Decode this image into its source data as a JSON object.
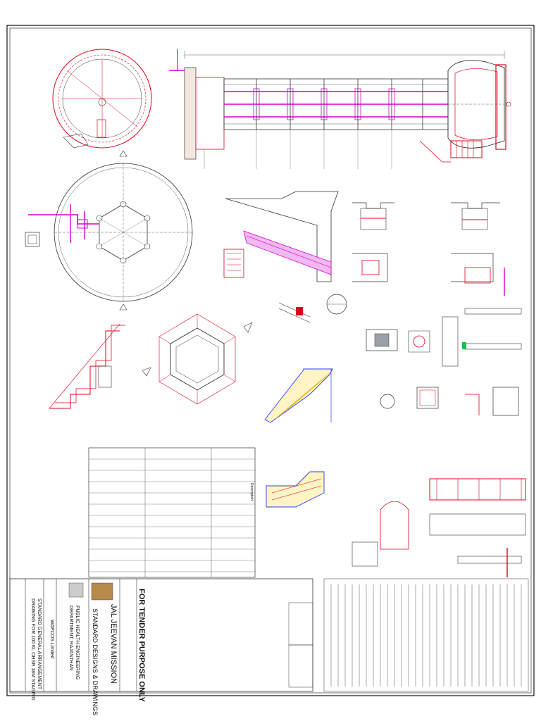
{
  "title_block": {
    "tender_stamp": "FOR TENDER PURPOSE ONLY",
    "mission": "JAL JEEVAN MISSION",
    "subtitle": "STANDARD DESIGNS & DRAWINGS",
    "department_line1": "PUBLIC HEALTH ENGINEERING",
    "department_line2": "DEPARTMENT, RAJASTHAN",
    "consultant": "WAPCOS Limited",
    "drawing_title_line1": "STANDARD GENERAL ARRANGEMENT",
    "drawing_title_line2": "DRAWING FOR 100 KL OHSR 18M STAGING"
  },
  "table": {
    "header": "Description"
  },
  "colors": {
    "structure": "#e0001a",
    "pipe": "#d100d1",
    "reinforcement_blue": "#2a3cff",
    "ladder_yellow": "#e3b400",
    "linework": "#333333",
    "frame": "#111111"
  }
}
